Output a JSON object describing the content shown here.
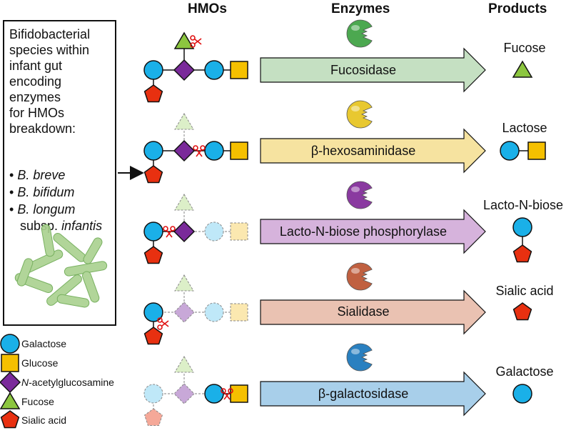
{
  "headers": {
    "hmos": "HMOs",
    "enzymes": "Enzymes",
    "products": "Products"
  },
  "info": {
    "lines": [
      "Bifidobacterial",
      "species within",
      "infant gut",
      "encoding",
      "enzymes",
      "for HMOs",
      "breakdown:"
    ],
    "species": [
      {
        "bullet": "•",
        "text": "B. breve"
      },
      {
        "bullet": "•",
        "text": "B. bifidum"
      },
      {
        "bullet": "•",
        "text": "B. longum"
      }
    ],
    "subsp_prefix": "subsp.",
    "subsp_name": "infantis"
  },
  "rows": [
    {
      "enzyme": "Fucosidase",
      "product": "Fucose",
      "enzyme_color": "#4ca850",
      "arrow_color": "#c5e0c2"
    },
    {
      "enzyme": "β-hexosaminidase",
      "product": "Lactose",
      "enzyme_color": "#e8c830",
      "arrow_color": "#f6e3a0"
    },
    {
      "enzyme": "Lacto-N-biose phosphorylase",
      "product": "Lacto-N-biose",
      "enzyme_color": "#8a3aa0",
      "arrow_color": "#d6b3dc"
    },
    {
      "enzyme": "Sialidase",
      "product": "Sialic acid",
      "enzyme_color": "#c06040",
      "arrow_color": "#eac2b2"
    },
    {
      "enzyme": "β-galactosidase",
      "product": "Galactose",
      "enzyme_color": "#2a80c0",
      "arrow_color": "#a8cfea"
    }
  ],
  "legend": [
    {
      "shape": "circle",
      "label": "Galactose",
      "color": "#1ab0e8"
    },
    {
      "shape": "square",
      "label": "Glucose",
      "color": "#f5c000"
    },
    {
      "shape": "diamond",
      "label_italic": "N",
      "label": "-acetylglucosamine",
      "color": "#7a2a9a"
    },
    {
      "shape": "triangle",
      "label": "Fucose",
      "color": "#8cc63f"
    },
    {
      "shape": "pentagon",
      "label": "Sialic acid",
      "color": "#e83010"
    }
  ]
}
